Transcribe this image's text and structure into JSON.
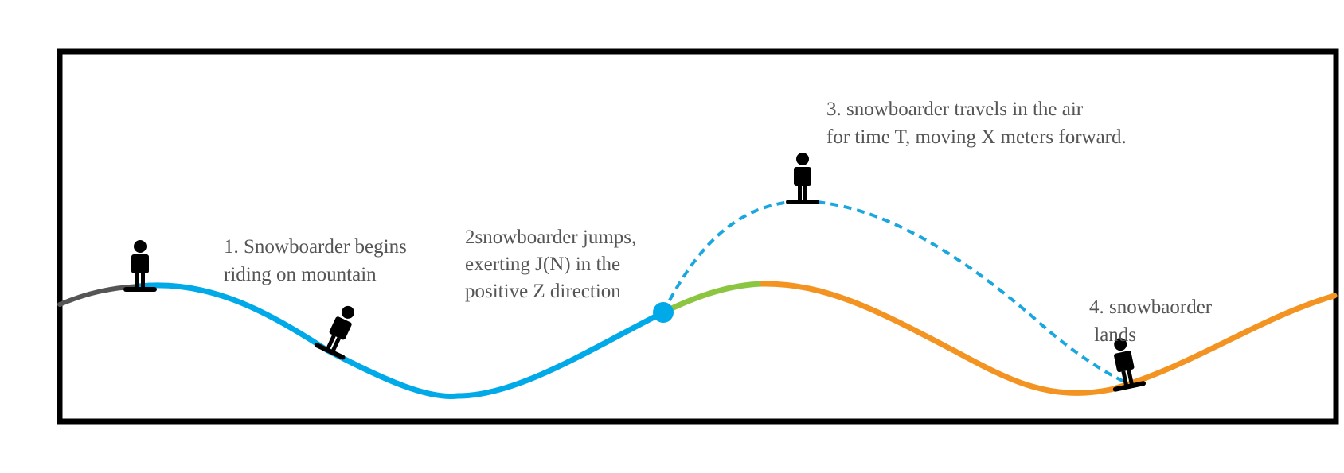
{
  "colors": {
    "frame": "#000000",
    "slope_start": "#555555",
    "slope_ride": "#00a9e8",
    "slope_takeoff": "#8cc540",
    "slope_landing": "#f39422",
    "air_path": "#1aa7df",
    "jump_point": "#00a9e8",
    "text": "#555555",
    "figure": "#000000"
  },
  "icons": [
    "snowboarder-icon"
  ],
  "annotations": {
    "step1": [
      "1. Snowboarder begins",
      "riding on mountain"
    ],
    "step2": [
      "2snowboarder jumps,",
      "exerting J(N) in the",
      "positive Z direction"
    ],
    "step3": [
      "3. snowboarder travels in the air",
      "for time T, moving X meters forward."
    ],
    "step4": [
      "4. snowbaorder",
      " lands"
    ]
  }
}
